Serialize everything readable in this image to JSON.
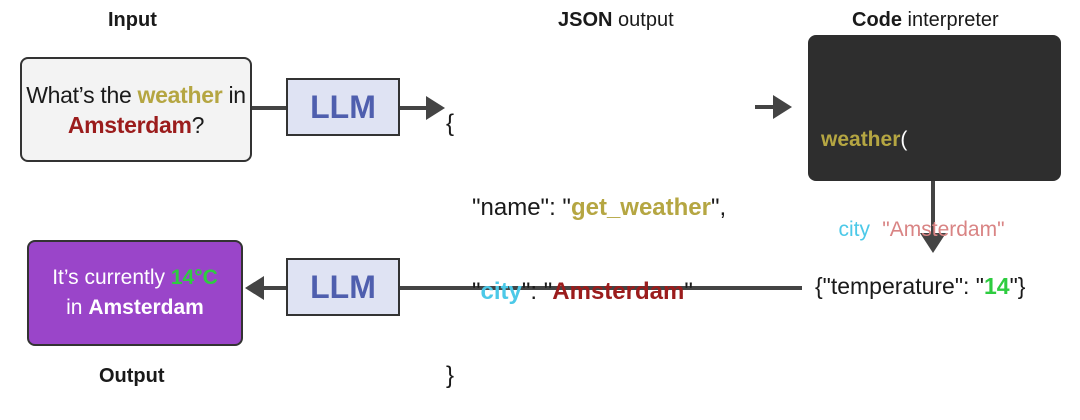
{
  "input": {
    "title": "Input",
    "prefix": "What’s the ",
    "keyword": "weather",
    "middle": " in",
    "city": "Amsterdam",
    "suffix": "?"
  },
  "llm_top": {
    "label": "LLM"
  },
  "json_output": {
    "title_bold": "JSON",
    "title_rest": " output",
    "open_brace": "{",
    "name_key_prefix": "\"name\": \"",
    "name_value": "get_weather",
    "name_key_suffix": "\",",
    "city_quote_open": "\"",
    "city_key": "city",
    "city_mid": "\": \"",
    "city_value": "Amsterdam",
    "city_quote_close": "\"",
    "close_brace": "}"
  },
  "code_interpreter": {
    "title_bold": "Code",
    "title_rest": " interpreter",
    "func_name": "weather",
    "open_paren": "(",
    "arg_indent": "   ",
    "arg_name": "city",
    "arg_eq": "=",
    "arg_value": "\"Amsterdam\"",
    "close_paren": ")"
  },
  "result": {
    "prefix": "{\"temperature\": \"",
    "value": "14",
    "suffix": "\"}"
  },
  "llm_bottom": {
    "label": "LLM"
  },
  "output": {
    "title": "Output",
    "line1_prefix": "It’s currently ",
    "temperature": "14°C",
    "line2_prefix": "in ",
    "city": "Amsterdam"
  },
  "colors": {
    "olive": "#b5a642",
    "dark_red": "#9b1c1c",
    "cyan": "#4cc9e8",
    "green": "#2ecc40",
    "purple": "#9a45c9",
    "llm_fill": "#dfe3f3",
    "llm_text": "#4f5fae",
    "code_bg": "#2e2e2e",
    "code_string": "#d98484"
  }
}
